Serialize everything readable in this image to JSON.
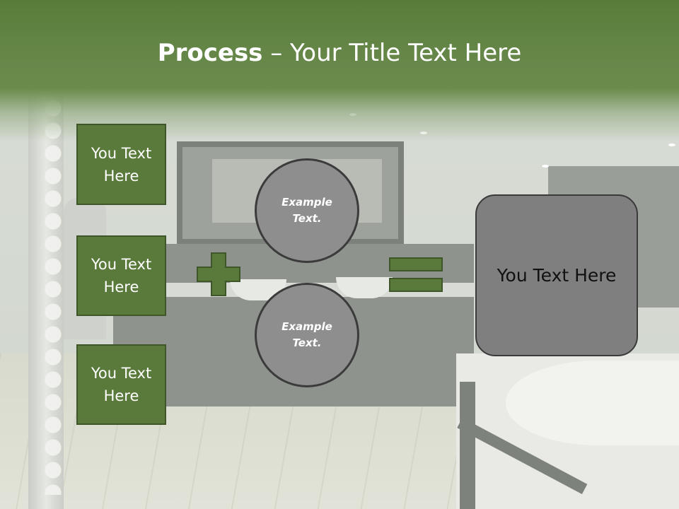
{
  "slide": {
    "title_bold": "Process",
    "title_rest": " – Your Title Text Here",
    "left_boxes": [
      {
        "line1": "You Text",
        "line2": "Here"
      },
      {
        "line1": "You Text",
        "line2": "Here"
      },
      {
        "line1": "You Text",
        "line2": "Here"
      }
    ],
    "circles": [
      {
        "line1": "Example",
        "line2": "Text."
      },
      {
        "line1": "Example",
        "line2": "Text."
      }
    ],
    "result_text": "You Text Here"
  },
  "colors": {
    "header_green": "#5a7a3c",
    "box_green": "#5a7a3c",
    "circle_gray": "#8e8e8e",
    "result_gray": "#7f7f7f"
  },
  "icons": {
    "plus": "plus-icon",
    "equals": "equals-icon"
  }
}
